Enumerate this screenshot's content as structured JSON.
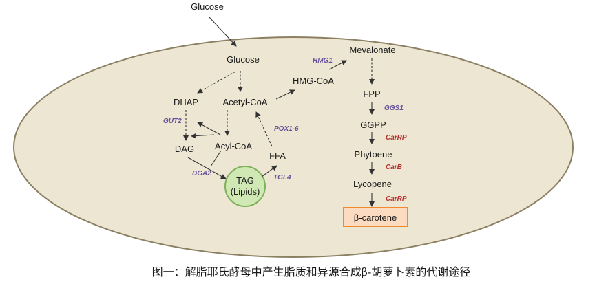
{
  "nodes": {
    "glucose_outside": "Glucose",
    "glucose": "Glucose",
    "dhap": "DHAP",
    "acetyl_coa": "Acetyl-CoA",
    "hmg_coa": "HMG-CoA",
    "mevalonate": "Mevalonate",
    "dag": "DAG",
    "acyl_coa": "Acyl-CoA",
    "ffa": "FFA",
    "tag_line1": "TAG",
    "tag_line2": "(Lipids)",
    "fpp": "FPP",
    "ggpp": "GGPP",
    "phytoene": "Phytoene",
    "lycopene": "Lycopene",
    "beta_carotene": "β-carotene"
  },
  "enzymes": {
    "hmg1": "HMG1",
    "gut2": "GUT2",
    "pox": "POX1-6",
    "dga2": "DGA2",
    "tgl4": "TGL4",
    "ggs1": "GGS1",
    "carrp_1": "CarRP",
    "carb": "CarB",
    "carrp_2": "CarRP"
  },
  "caption": "图一：解脂耶氏酵母中产生脂质和异源合成β-胡萝卜素的代谢途径",
  "colors": {
    "cell_fill": "#ece6d3",
    "cell_stroke": "#8c8062",
    "tag_fill": "#cfe8b4",
    "tag_stroke": "#7fb05a",
    "product_fill": "#fbdcc1",
    "product_stroke": "#f08a2c",
    "enzyme_purple": "#6a4f9c",
    "enzyme_red": "#b5302a"
  }
}
